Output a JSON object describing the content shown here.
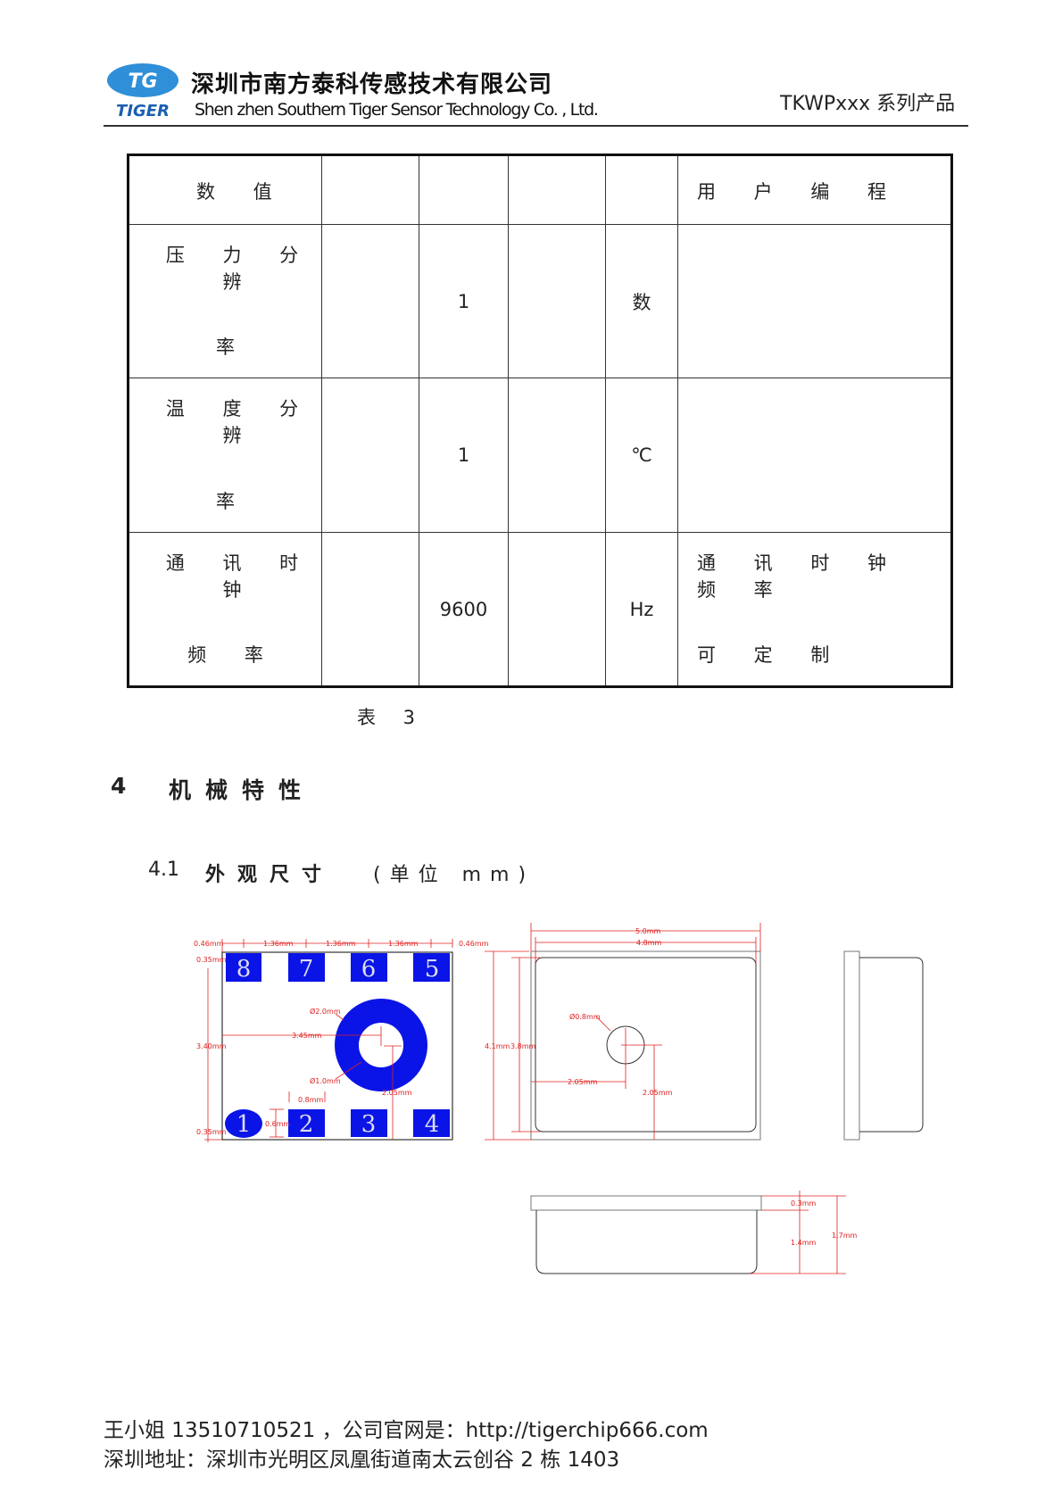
{
  "header": {
    "logo_text": "TG",
    "logo_brand": "TIGER",
    "company_cn": "深圳市南方泰科传感技术有限公司",
    "company_en": "Shen zhen Southern Tiger Sensor Technology Co. , Ltd.",
    "product_series": "TKWPxxx 系列产品"
  },
  "table": {
    "rows": [
      {
        "name_top": "数 值",
        "name_bottom": "",
        "value": "",
        "unit": "",
        "note_top": "用 户 编 程",
        "note_bottom": ""
      },
      {
        "name_top": "压 力 分 辨",
        "name_bottom": "率",
        "value": "1",
        "unit": "数",
        "note_top": "",
        "note_bottom": ""
      },
      {
        "name_top": "温 度 分 辨",
        "name_bottom": "率",
        "value": "1",
        "unit": "℃",
        "note_top": "",
        "note_bottom": ""
      },
      {
        "name_top": "通 讯 时 钟",
        "name_bottom": "频 率",
        "value": "9600",
        "unit": "Hz",
        "note_top": "通 讯 时 钟 频 率",
        "note_bottom": "可 定 制"
      }
    ],
    "caption": "表 3"
  },
  "section": {
    "number": "4",
    "title": "机械特性"
  },
  "subsection": {
    "number": "4.1",
    "title": "外观尺寸",
    "unit": "(单位 mm)"
  },
  "drawing": {
    "pads_top": [
      "8",
      "7",
      "6",
      "5"
    ],
    "pads_bottom": [
      "1",
      "2",
      "3",
      "4"
    ],
    "bottom_view_dims": {
      "edge_left": "0.46mm",
      "pitch1": "1.36mm",
      "pitch2": "1.36mm",
      "pitch3": "1.36mm",
      "edge_right": "0.46mm",
      "top_margin": "0.35mm",
      "height": "3.40mm",
      "bottom_margin": "0.35mm",
      "ring_outer": "Ø2.0mm",
      "ring_x": "3.45mm",
      "ring_inner": "Ø1.0mm",
      "ring_y": "2.05mm",
      "pad_width": "0.8mm",
      "pad_height": "0.6mm"
    },
    "top_view_dims": {
      "outer_width": "5.0mm",
      "inner_width": "4.8mm",
      "outer_height": "4.1mm",
      "inner_height": "3.8mm",
      "hole": "Ø0.8mm",
      "hole_x": "2.05mm",
      "hole_y": "2.05mm"
    },
    "side_view_dims": {
      "plate": "0.3mm",
      "body": "1.4mm",
      "total": "1.7mm"
    }
  },
  "footer": {
    "contact": "王小姐 13510710521 ，公司官网是：http://tigerchip666.com",
    "address": "深圳地址：深圳市光明区凤凰街道南太云创谷 2 栋 1403"
  }
}
